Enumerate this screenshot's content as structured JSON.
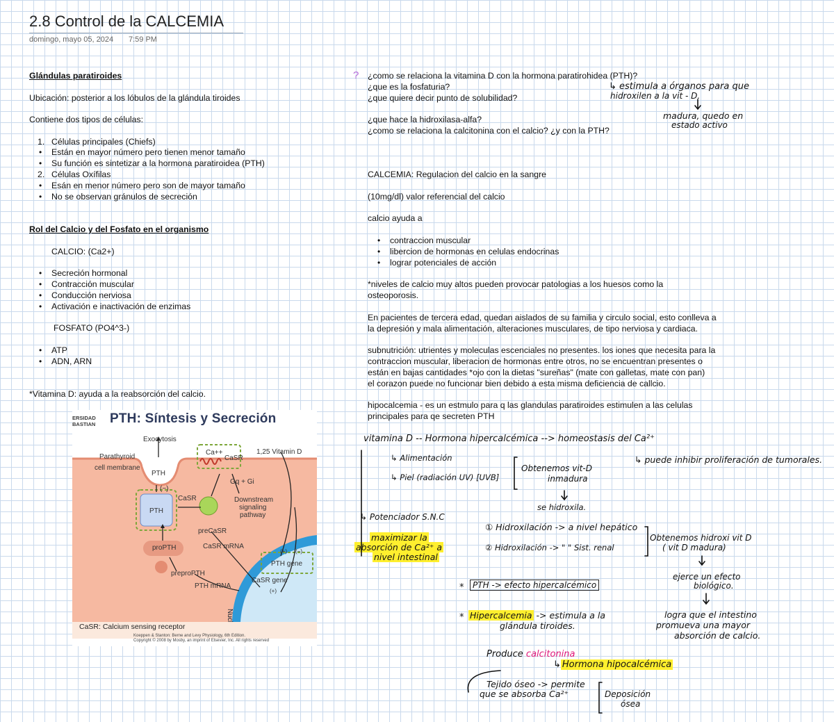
{
  "page": {
    "title": "2.8 Control de la CALCEMIA",
    "date": "domingo, mayo 05, 2024",
    "time": "7:59 PM"
  },
  "left": {
    "heading1": "Glándulas paratiroides",
    "ubicacion": "Ubicación: posterior a los lóbulos de la glándula tiroides",
    "contiene": "Contiene dos tipos de células:",
    "cell1_num": "1.",
    "cell1": "Células principales (Chiefs)",
    "cell1_b1": "Están en mayor número pero tienen menor tamaño",
    "cell1_b2": "Su función es sintetizar a la hormona paratiroidea (PTH)",
    "cell2_num": "2.",
    "cell2": "Células Oxífilas",
    "cell2_b1": "Esán en menor número pero son de mayor tamaño",
    "cell2_b2": "No se observan gránulos de secreción",
    "heading2": "Rol del Calcio y del Fosfato en el organismo",
    "calcio_label": "CALCIO: (Ca2+)",
    "calcio_items": [
      "Secreción hormonal",
      "Contracción muscular",
      "Conducción nerviosa",
      "Activación e inactivación de enzimas"
    ],
    "fosfato_label": "FOSFATO (PO4^3-)",
    "fosfato_items": [
      "ATP",
      "ADN, ARN"
    ],
    "vitd": "*Vitamina D: ayuda a la reabsorción del calcio."
  },
  "figure": {
    "logo_line1": "ERSIDAD",
    "logo_line2": "BASTIAN",
    "title": "PTH: Síntesis y Secreción",
    "labels": {
      "exocytosis": "Exocytosis",
      "parathyroid": "Parathyroid",
      "cell_membrane": "cell membrane",
      "pth_top": "PTH",
      "minus": "(−)",
      "ca": "Ca++",
      "casr_top": "CaSR",
      "vitd": "1,25 Vitamin D",
      "gq": "Gq + Gi",
      "casr_mid": "CaSR",
      "downstream1": "Downstream",
      "downstream2": "signaling",
      "downstream3": "pathway",
      "pth_vesicle": "PTH",
      "precasr": "preCaSR",
      "propth": "proPTH",
      "casr_mrna": "CaSR mRNA",
      "pth_gene": "PTH gene",
      "casr_gene": "CaSR gene",
      "plus1": "(+)",
      "minus2": "(−)",
      "plus2": "(+)",
      "prepropth": "preproPTH",
      "pth_mrna": "PTH mRNA",
      "nucleus": "Nucleus"
    },
    "caption": "CaSR: Calcium sensing receptor",
    "credit1": "Koeppen & Stanton: Berne and Levy Physiology, 6th Edition.",
    "credit2": "Copyright © 2008 by Mosby, an imprint of Elsevier, Inc. All rights reserved"
  },
  "right": {
    "q1": "¿como se relaciona la vitamina D con la hormona paratirohidea (PTH)?",
    "q2": "¿que es la fosfaturia?",
    "q3": "¿que quiere decir punto de solubilidad?",
    "q4": "¿que hace la hidroxilasa-alfa?",
    "q5": "¿como se relaciona la calcitonina con el calcio? ¿y con la PTH?",
    "calcemia": "CALCEMIA: Regulacion del calcio en la sangre",
    "valor": "(10mg/dl) valor referencial del calcio",
    "ayuda": "calcio ayuda a",
    "ayuda_items": [
      "contraccion muscular",
      "libercion de hormonas en celulas endocrinas",
      "lograr potenciales de acción"
    ],
    "niveles1": "*niveles de calcio muy altos pueden provocar patologias a los huesos como la",
    "niveles2": "osteoporosis.",
    "tercera1": "En pacientes de tercera edad, quedan aislados de su familia y circulo  social, esto conlleva a",
    "tercera2": "la depresión y mala alimentación, alteraciones musculares, de tipo nerviosa y cardiaca.",
    "subnut1": "subnutrición: utrientes y moleculas escenciales no presentes. los iones que necesita para la",
    "subnut2": "contraccion muscular, liberacion de hormonas entre otros, no se encuentran presentes o",
    "subnut3": "están en bajas cantidades *ojo con la dietas \"sureñas\" (mate con galletas, mate con pan)",
    "subnut4": "el corazon puede no funcionar bien debido a esta misma deficiencia de callcio.",
    "hipo1": "hipocalcemia - es un estmulo para q las glandulas paratiroides estimulen a las celulas",
    "hipo2": "principales para qe secreten PTH"
  },
  "handwriting": {
    "hw1a": "↳ estimula a órganos para que",
    "hw1b": "hidroxilen a la vit - D.",
    "hw1c": "madura, quedo en",
    "hw1d": "estado activo",
    "chain_vit": "vitamina D -- Hormona hipercalcémica --> homeostasis del Ca²⁺",
    "prolif": "↳ puede inhibir proliferación de tumorales.",
    "alim": "↳ Alimentación",
    "piel": "↳ Piel (radiación UV) [UVB]",
    "obtenemos1": "Obtenemos vit-D",
    "obtenemos2": "inmadura",
    "hidroxila": "se hidroxila.",
    "potenciador": "↳ Potenciador S.N.C",
    "max1": "maximizar la",
    "max2": "absorción de Ca²⁺ a",
    "max3": "nivel intestinal",
    "hidro1": "① Hidroxilación -> a nivel hepático",
    "hidro2": "② Hidroxilación ->  \"        \"   Sist. renal",
    "obtenemos3": "Obtenemos hidroxi vit D",
    "obtenemos4": "( vit D madura)",
    "ejerce1": "ejerce un efecto",
    "ejerce2": "biológico.",
    "pth_efecto": "PTH -> efecto hipercalcémico",
    "star1": "*",
    "star2": "*",
    "hiper_word": "Hipercalcemia",
    "hiper_rest": "-> estimula a la",
    "glandula": "glándula tiroides.",
    "logra1": "logra que el intestino",
    "logra2": "promueva una mayor",
    "logra3": "absorción de calcio.",
    "produce": "Produce",
    "calcitonina": "calcitonina",
    "hipocal_arrow": "↳",
    "hipocal": "Hormona hipocalcémica",
    "tejido1": "Tejido óseo -> permite",
    "tejido2": "que se absorba Ca²⁺",
    "depo1": "Deposición",
    "depo2": "ósea"
  },
  "colors": {
    "grid": "#c9d9ec",
    "highlight": "#ffef2e",
    "pink": "#e0177a",
    "question_mark": "#b46ad9"
  }
}
